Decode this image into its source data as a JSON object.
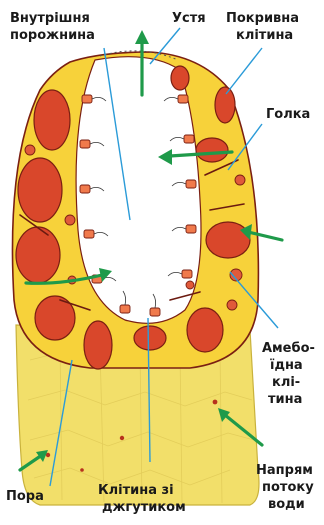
{
  "labels": {
    "inner_cavity": [
      "Внутрішня",
      "порожнина"
    ],
    "osculum": [
      "Устя"
    ],
    "cover_cell": [
      "Покривна",
      "клітина"
    ],
    "needle": [
      "Голка"
    ],
    "amoeboid_cell": [
      "Амебо-",
      "їдна",
      "клі-",
      "тина"
    ],
    "water_flow": [
      "Напрям",
      "потоку",
      "води"
    ],
    "pore": [
      "Пора"
    ],
    "flagellated_cell": [
      "Клітина зі",
      "джгутиком"
    ]
  },
  "colors": {
    "tissue_yellow": "#f7d23a",
    "cell_red": "#d9472b",
    "cell_outline": "#7a1f12",
    "leader_blue": "#2b9bd8",
    "flow_green": "#1f9a4a",
    "base_yellow": "#f2df6a"
  }
}
